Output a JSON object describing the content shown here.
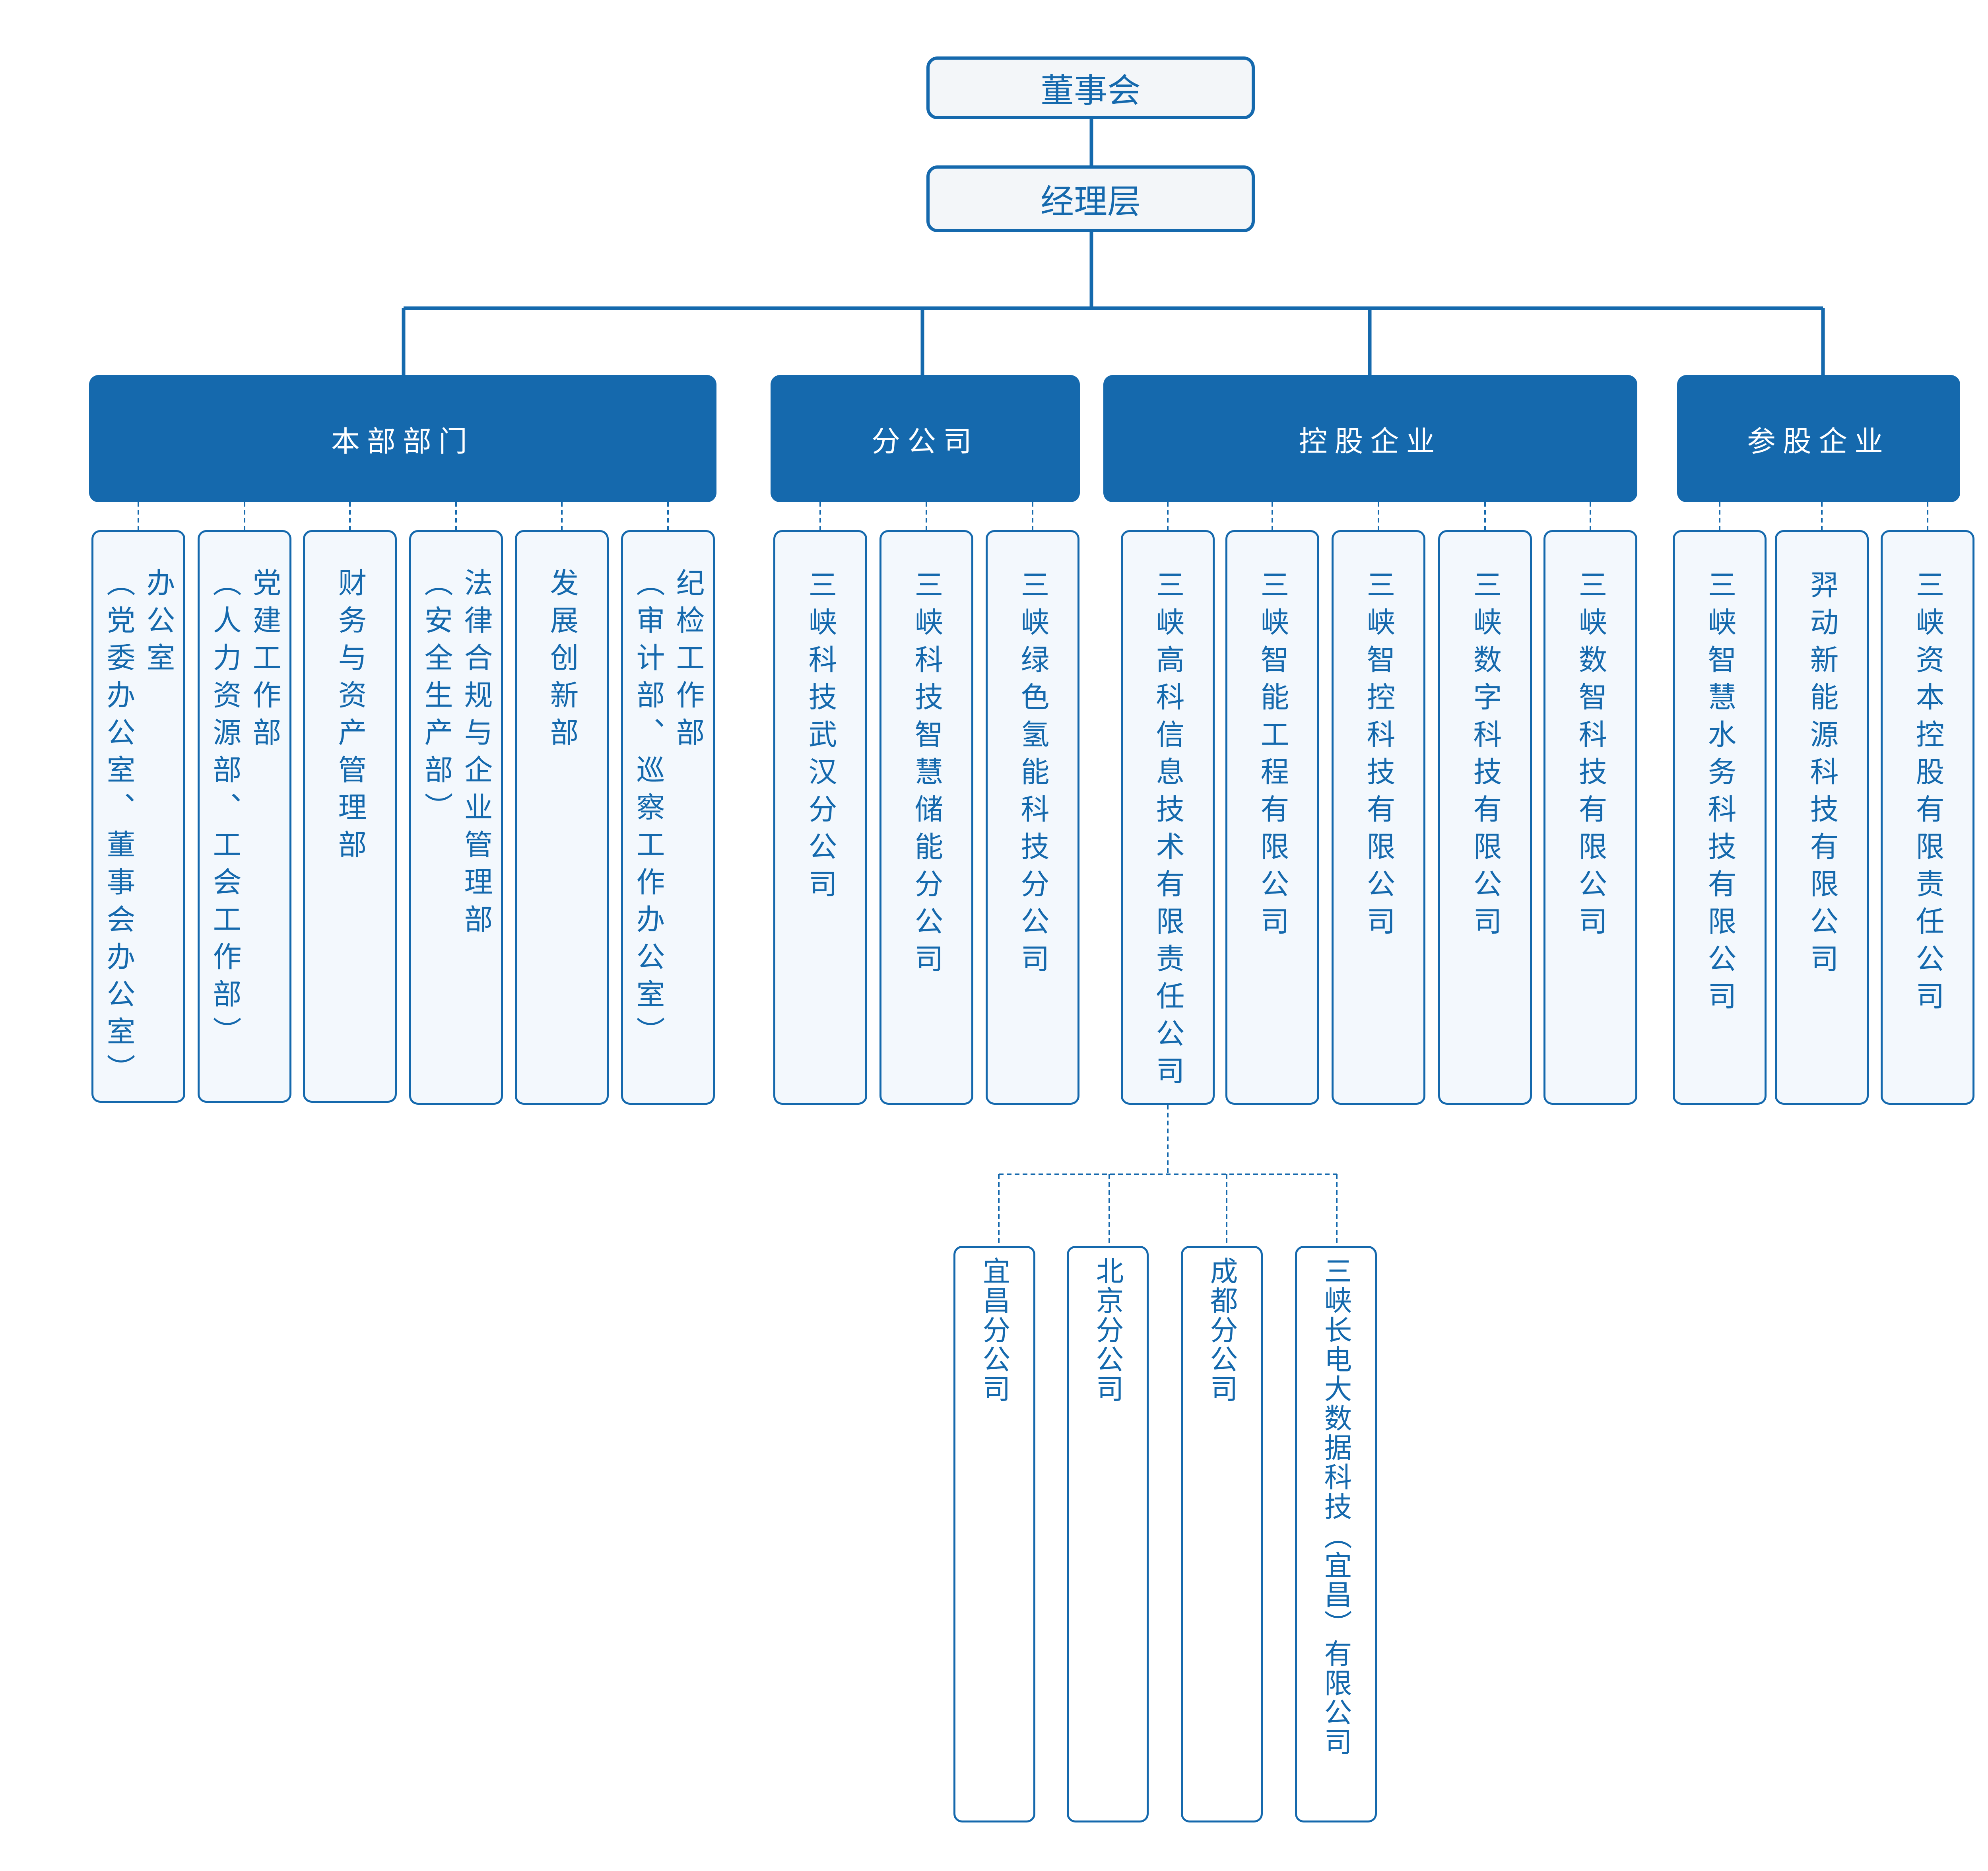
{
  "root": "董事会",
  "management": "经理层",
  "groups": {
    "departments": {
      "label": "本部部门",
      "items": [
        [
          "办公室",
          "（党委办公室、董事会办公室）"
        ],
        [
          "党建工作部",
          "（人力资源部、工会工作部）"
        ],
        [
          "财务与资产管理部"
        ],
        [
          "法律合规与企业管理部",
          "（安全生产部）"
        ],
        [
          "发展创新部"
        ],
        [
          "纪检工作部",
          "（审计部、巡察工作办公室）"
        ]
      ]
    },
    "branches": {
      "label": "分公司",
      "items": [
        "三峡科技武汉分公司",
        "三峡科技智慧储能分公司",
        "三峡绿色氢能科技分公司"
      ]
    },
    "holdings": {
      "label": "控股企业",
      "items": [
        "三峡高科信息技术有限责任公司",
        "三峡智能工程有限公司",
        "三峡智控科技有限公司",
        "三峡数字科技有限公司",
        "三峡数智科技有限公司"
      ]
    },
    "affiliates": {
      "label": "参股企业",
      "items": [
        "三峡智慧水务科技有限公司",
        "羿动新能源科技有限公司",
        "三峡资本控股有限责任公司"
      ]
    }
  },
  "subsidiaries": [
    "宜昌分公司",
    "北京分公司",
    "成都分公司",
    "三峡长电大数据科技（宜昌）有限公司"
  ],
  "colors": {
    "primary": "#1569ad",
    "card_fill": "#f3f8fd",
    "top_fill": "#f3f6f9"
  }
}
